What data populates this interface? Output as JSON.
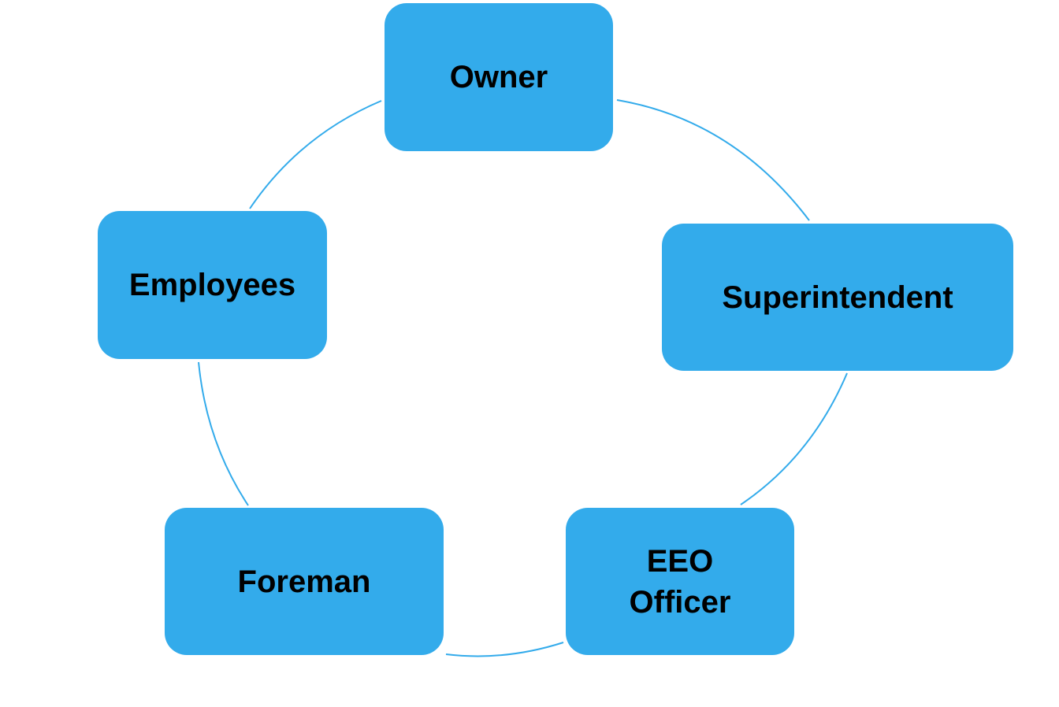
{
  "colors": {
    "node_fill": "#33abeb",
    "connector": "#33abeb",
    "text": "#000000"
  },
  "nodes": [
    {
      "label": "Owner"
    },
    {
      "label": "Superintendent"
    },
    {
      "label": "EEO Officer"
    },
    {
      "label": "Foreman"
    },
    {
      "label": "Employees"
    }
  ]
}
